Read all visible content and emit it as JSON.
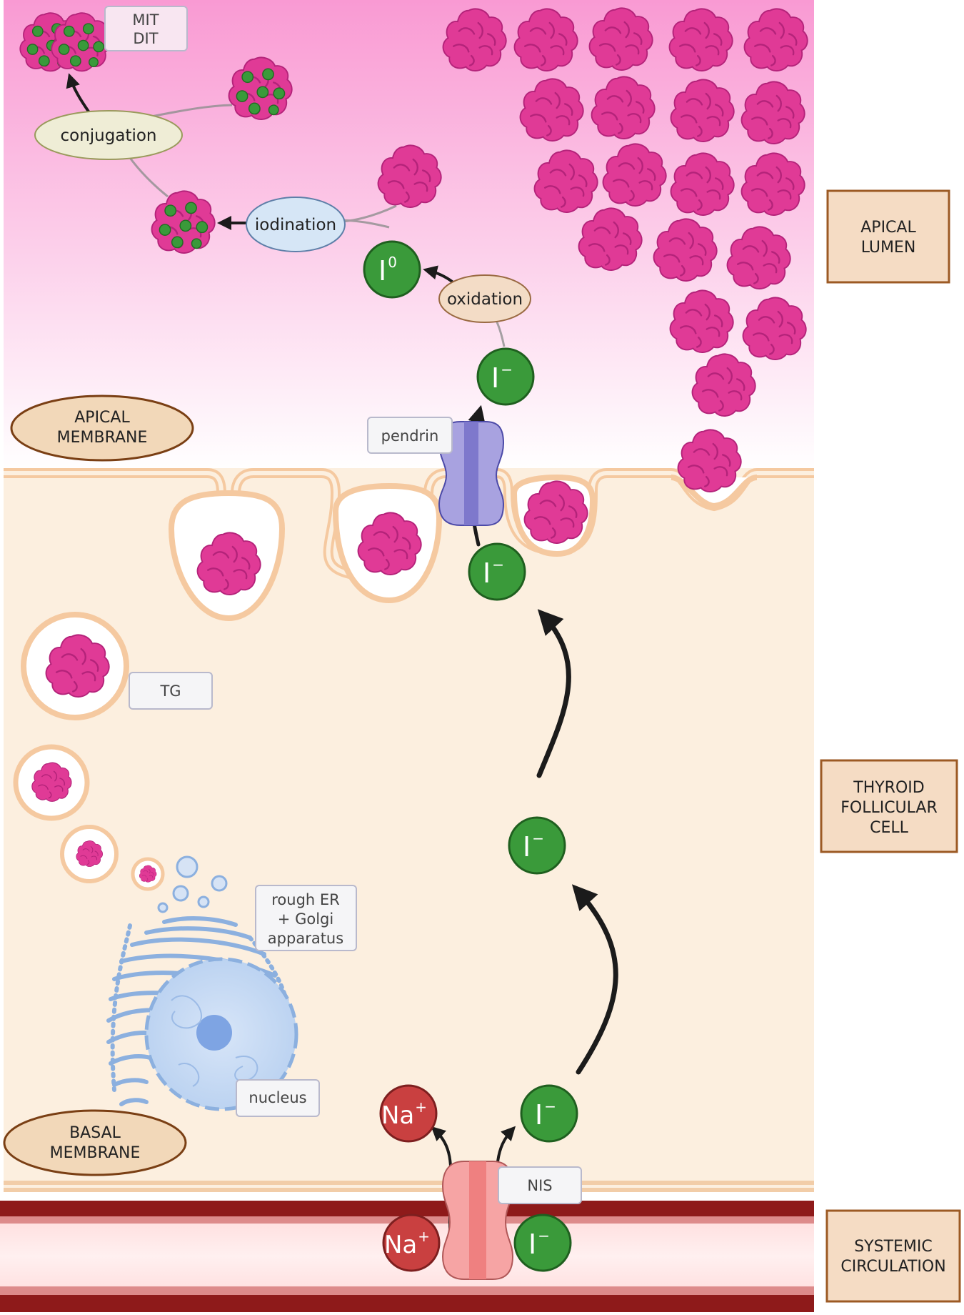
{
  "regions": {
    "apical_lumen": [
      "APICAL",
      "LUMEN"
    ],
    "thyroid_follicular_cell": [
      "THYROID",
      "FOLLICULAR",
      "CELL"
    ],
    "systemic_circulation": [
      "SYSTEMIC",
      "CIRCULATION"
    ]
  },
  "membranes": {
    "apical": [
      "APICAL",
      "MEMBRANE"
    ],
    "basal": [
      "BASAL",
      "MEMBRANE"
    ]
  },
  "processes": {
    "conjugation": "conjugation",
    "iodination": "iodination",
    "oxidation": "oxidation"
  },
  "callouts": {
    "mit_dit": [
      "MIT",
      "DIT"
    ],
    "pendrin": "pendrin",
    "tg": "TG",
    "rough_er_golgi": [
      "rough ER",
      "+ Golgi",
      "apparatus"
    ],
    "nucleus": "nucleus",
    "nis": "NIS"
  },
  "ions": {
    "iodide": {
      "base": "I",
      "sup": "−"
    },
    "iodine": {
      "base": "I",
      "sup": "0"
    },
    "sodium": {
      "base": "Na",
      "sup": "+"
    }
  },
  "colors": {
    "lumen_top": "#f99ad3",
    "cell": "#fcefdf",
    "membrane": "#f5c9a0",
    "vessel_wall": "#8e1a1a",
    "vessel_lumen": "#fde1e1",
    "thyroglobulin": "#e03a96",
    "iodide": "#3a9a3a",
    "sodium": "#c94040",
    "region_box_fill": "#f5dcc4",
    "region_box_stroke": "#9c5a24",
    "membrane_label_fill": "#f2d8b9",
    "membrane_label_stroke": "#7a3f14",
    "pendrin": "#a8a2e0",
    "nis": "#f6a4a4",
    "er_golgi": "#8cb0df",
    "nucleus": "#aac6ec"
  }
}
